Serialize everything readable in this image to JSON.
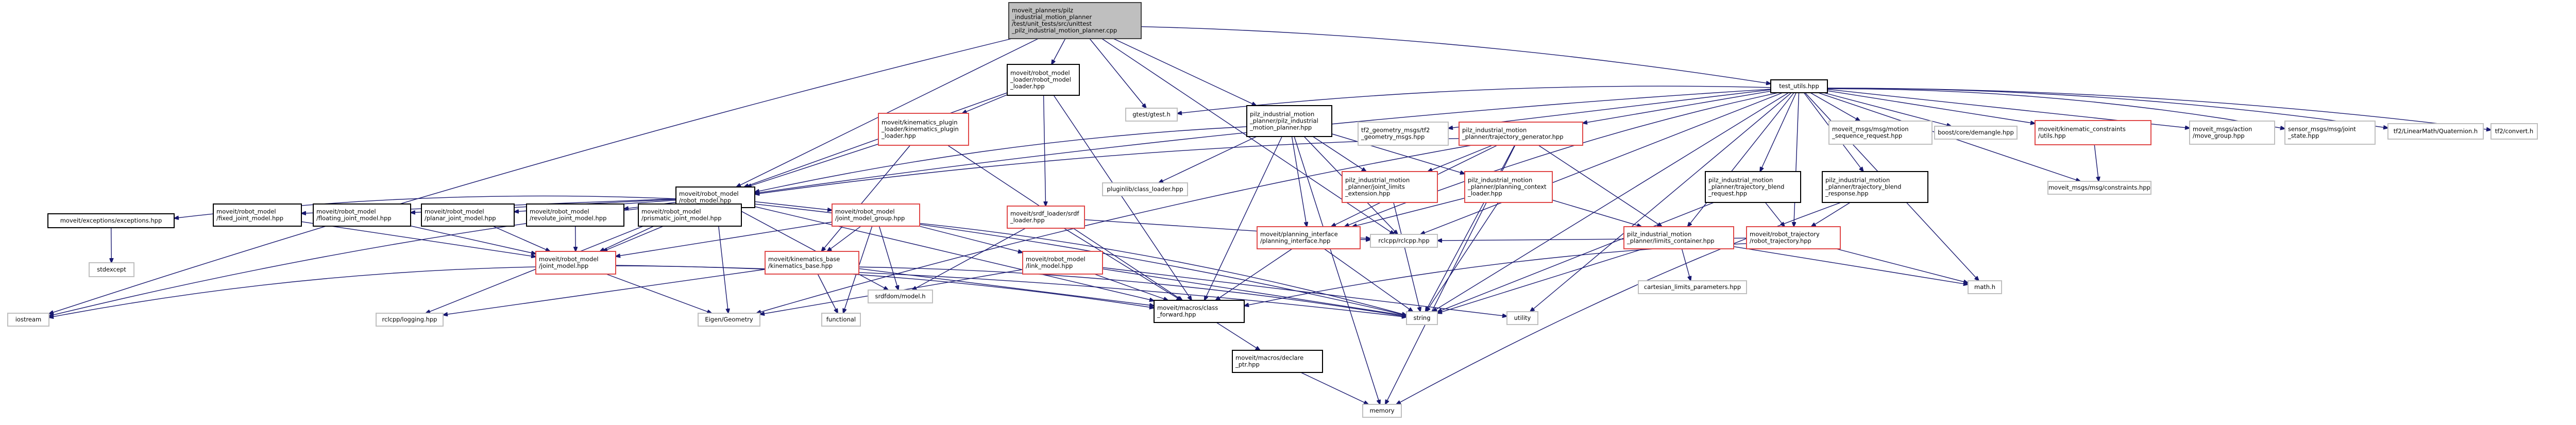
{
  "graph": {
    "title": "Include dependency graph for unittest_pilz_industrial_motion_planner.cpp",
    "edge_color": "#191970",
    "style_colors": {
      "root_fill": "#bfbfbf",
      "documented_border": "#000000",
      "red_border": "#e04848",
      "external_border": "#bfbfbf"
    },
    "nodes": [
      {
        "id": "root",
        "style": "root",
        "lines": [
          "moveit_planners/pilz",
          "_industrial_motion_planner",
          "/test/unit_tests/src/unittest",
          "_pilz_industrial_motion_planner.cpp"
        ]
      },
      {
        "id": "rml",
        "style": "doc",
        "lines": [
          "moveit/robot_model",
          "_loader/robot_model",
          "_loader.hpp"
        ]
      },
      {
        "id": "kpl",
        "style": "red",
        "lines": [
          "moveit/kinematics_plugin",
          "_loader/kinematics_plugin",
          "_loader.hpp"
        ]
      },
      {
        "id": "rm",
        "style": "doc",
        "lines": [
          "moveit/robot_model",
          "/robot_model.hpp"
        ]
      },
      {
        "id": "exc",
        "style": "doc",
        "lines": [
          "moveit/exceptions/exceptions.hpp"
        ]
      },
      {
        "id": "stdexcept",
        "style": "ext",
        "lines": [
          "stdexcept"
        ]
      },
      {
        "id": "fixed",
        "style": "doc",
        "lines": [
          "moveit/robot_model",
          "/fixed_joint_model.hpp"
        ]
      },
      {
        "id": "floating",
        "style": "doc",
        "lines": [
          "moveit/robot_model",
          "/floating_joint_model.hpp"
        ]
      },
      {
        "id": "planar",
        "style": "doc",
        "lines": [
          "moveit/robot_model",
          "/planar_joint_model.hpp"
        ]
      },
      {
        "id": "revolute",
        "style": "doc",
        "lines": [
          "moveit/robot_model",
          "/revolute_joint_model.hpp"
        ]
      },
      {
        "id": "prismatic",
        "style": "doc",
        "lines": [
          "moveit/robot_model",
          "/prismatic_joint_model.hpp"
        ]
      },
      {
        "id": "jmg",
        "style": "red",
        "lines": [
          "moveit/robot_model",
          "/joint_model_group.hpp"
        ]
      },
      {
        "id": "jm",
        "style": "red",
        "lines": [
          "moveit/robot_model",
          "/joint_model.hpp"
        ]
      },
      {
        "id": "kb",
        "style": "red",
        "lines": [
          "moveit/kinematics_base",
          "/kinematics_base.hpp"
        ]
      },
      {
        "id": "lm",
        "style": "red",
        "lines": [
          "moveit/robot_model",
          "/link_model.hpp"
        ]
      },
      {
        "id": "srdf",
        "style": "red",
        "lines": [
          "moveit/srdf_loader/srdf",
          "_loader.hpp"
        ]
      },
      {
        "id": "srdfmodel",
        "style": "ext",
        "lines": [
          "srdfdom/model.h"
        ]
      },
      {
        "id": "iostream",
        "style": "ext",
        "lines": [
          "iostream"
        ]
      },
      {
        "id": "rclcpplog",
        "style": "ext",
        "lines": [
          "rclcpp/logging.hpp"
        ]
      },
      {
        "id": "eigen",
        "style": "ext",
        "lines": [
          "Eigen/Geometry"
        ]
      },
      {
        "id": "functional",
        "style": "ext",
        "lines": [
          "functional"
        ]
      },
      {
        "id": "classfwd",
        "style": "doc",
        "lines": [
          "moveit/macros/class",
          "_forward.hpp"
        ]
      },
      {
        "id": "declptr",
        "style": "doc",
        "lines": [
          "moveit/macros/declare",
          "_ptr.hpp"
        ]
      },
      {
        "id": "memory",
        "style": "ext",
        "lines": [
          "memory"
        ]
      },
      {
        "id": "string",
        "style": "ext",
        "lines": [
          "string"
        ]
      },
      {
        "id": "utility",
        "style": "ext",
        "lines": [
          "utility"
        ]
      },
      {
        "id": "gtest",
        "style": "ext",
        "lines": [
          "gtest/gtest.h"
        ]
      },
      {
        "id": "pimp",
        "style": "doc",
        "lines": [
          "pilz_industrial_motion",
          "_planner/pilz_industrial",
          "_motion_planner.hpp"
        ]
      },
      {
        "id": "classloader",
        "style": "ext",
        "lines": [
          "pluginlib/class_loader.hpp"
        ]
      },
      {
        "id": "rclcpp",
        "style": "ext",
        "lines": [
          "rclcpp/rclcpp.hpp"
        ]
      },
      {
        "id": "tf2gm",
        "style": "ext",
        "lines": [
          "tf2_geometry_msgs/tf2",
          "_geometry_msgs.hpp"
        ]
      },
      {
        "id": "tg",
        "style": "red",
        "lines": [
          "pilz_industrial_motion",
          "_planner/trajectory_generator.hpp"
        ]
      },
      {
        "id": "jle",
        "style": "red",
        "lines": [
          "pilz_industrial_motion",
          "_planner/joint_limits",
          "_extension.hpp"
        ]
      },
      {
        "id": "pcl",
        "style": "red",
        "lines": [
          "pilz_industrial_motion",
          "_planner/planning_context",
          "_loader.hpp"
        ]
      },
      {
        "id": "pi",
        "style": "red",
        "lines": [
          "moveit/planning_interface",
          "/planning_interface.hpp"
        ]
      },
      {
        "id": "lc",
        "style": "red",
        "lines": [
          "pilz_industrial_motion",
          "_planner/limits_container.hpp"
        ]
      },
      {
        "id": "ctp",
        "style": "ext",
        "lines": [
          "cartesian_limits_parameters.hpp"
        ]
      },
      {
        "id": "tbreq",
        "style": "doc",
        "lines": [
          "pilz_industrial_motion",
          "_planner/trajectory_blend",
          "_request.hpp"
        ]
      },
      {
        "id": "tbres",
        "style": "doc",
        "lines": [
          "pilz_industrial_motion",
          "_planner/trajectory_blend",
          "_response.hpp"
        ]
      },
      {
        "id": "rt",
        "style": "red",
        "lines": [
          "moveit/robot_trajectory",
          "/robot_trajectory.hpp"
        ]
      },
      {
        "id": "math",
        "style": "ext",
        "lines": [
          "math.h"
        ]
      },
      {
        "id": "tu",
        "style": "doc",
        "lines": [
          "test_utils.hpp"
        ]
      },
      {
        "id": "msr",
        "style": "ext",
        "lines": [
          "moveit_msgs/msg/motion",
          "_sequence_request.hpp"
        ]
      },
      {
        "id": "demangle",
        "style": "ext",
        "lines": [
          "boost/core/demangle.hpp"
        ]
      },
      {
        "id": "kcu",
        "style": "red",
        "lines": [
          "moveit/kinematic_constraints",
          "/utils.hpp"
        ]
      },
      {
        "id": "mg",
        "style": "ext",
        "lines": [
          "moveit_msgs/action",
          "/move_group.hpp"
        ]
      },
      {
        "id": "js",
        "style": "ext",
        "lines": [
          "sensor_msgs/msg/joint",
          "_state.hpp"
        ]
      },
      {
        "id": "quat",
        "style": "ext",
        "lines": [
          "tf2/LinearMath/Quaternion.h"
        ]
      },
      {
        "id": "convert",
        "style": "ext",
        "lines": [
          "tf2/convert.h"
        ]
      },
      {
        "id": "constraints",
        "style": "ext",
        "lines": [
          "moveit_msgs/msg/constraints.hpp"
        ]
      }
    ],
    "edges": [
      [
        "root",
        "rml"
      ],
      [
        "root",
        "rm"
      ],
      [
        "root",
        "iostream"
      ],
      [
        "root",
        "gtest"
      ],
      [
        "root",
        "pimp"
      ],
      [
        "root",
        "tu"
      ],
      [
        "root",
        "rclcpp"
      ],
      [
        "rml",
        "kpl"
      ],
      [
        "rml",
        "rm"
      ],
      [
        "rml",
        "srdf"
      ],
      [
        "rml",
        "classfwd"
      ],
      [
        "kpl",
        "rm"
      ],
      [
        "kpl",
        "kb"
      ],
      [
        "kpl",
        "classfwd"
      ],
      [
        "rm",
        "exc"
      ],
      [
        "rm",
        "fixed"
      ],
      [
        "rm",
        "floating"
      ],
      [
        "rm",
        "planar"
      ],
      [
        "rm",
        "revolute"
      ],
      [
        "rm",
        "prismatic"
      ],
      [
        "rm",
        "jmg"
      ],
      [
        "rm",
        "jm"
      ],
      [
        "rm",
        "iostream"
      ],
      [
        "rm",
        "rclcpplog"
      ],
      [
        "rm",
        "eigen"
      ],
      [
        "rm",
        "srdfmodel"
      ],
      [
        "rm",
        "classfwd"
      ],
      [
        "rm",
        "string"
      ],
      [
        "exc",
        "stdexcept"
      ],
      [
        "fixed",
        "jm"
      ],
      [
        "floating",
        "jm"
      ],
      [
        "planar",
        "jm"
      ],
      [
        "revolute",
        "jm"
      ],
      [
        "prismatic",
        "jm"
      ],
      [
        "jmg",
        "jm"
      ],
      [
        "jmg",
        "kb"
      ],
      [
        "jmg",
        "lm"
      ],
      [
        "jmg",
        "srdfmodel"
      ],
      [
        "jmg",
        "functional"
      ],
      [
        "jmg",
        "string"
      ],
      [
        "jm",
        "iostream"
      ],
      [
        "jm",
        "eigen"
      ],
      [
        "jm",
        "string"
      ],
      [
        "jm",
        "classfwd"
      ],
      [
        "kb",
        "rclcpplog"
      ],
      [
        "kb",
        "functional"
      ],
      [
        "kb",
        "string"
      ],
      [
        "kb",
        "classfwd"
      ],
      [
        "lm",
        "eigen"
      ],
      [
        "lm",
        "classfwd"
      ],
      [
        "lm",
        "string"
      ],
      [
        "lm",
        "utility"
      ],
      [
        "srdf",
        "srdfmodel"
      ],
      [
        "srdf",
        "rclcpp"
      ],
      [
        "srdf",
        "classfwd"
      ],
      [
        "classfwd",
        "declptr"
      ],
      [
        "declptr",
        "memory"
      ],
      [
        "pimp",
        "rm"
      ],
      [
        "pimp",
        "classloader"
      ],
      [
        "pimp",
        "rclcpp"
      ],
      [
        "pimp",
        "jle"
      ],
      [
        "pimp",
        "pcl"
      ],
      [
        "pimp",
        "pi"
      ],
      [
        "pimp",
        "classfwd"
      ],
      [
        "pimp",
        "memory"
      ],
      [
        "tg",
        "rm"
      ],
      [
        "tg",
        "jle"
      ],
      [
        "tg",
        "pi"
      ],
      [
        "tg",
        "lc"
      ],
      [
        "tg",
        "string"
      ],
      [
        "tg",
        "eigen"
      ],
      [
        "tg",
        "memory"
      ],
      [
        "jle",
        "string"
      ],
      [
        "pcl",
        "pi"
      ],
      [
        "pcl",
        "lc"
      ],
      [
        "pcl",
        "string"
      ],
      [
        "pi",
        "rclcpp"
      ],
      [
        "pi",
        "classfwd"
      ],
      [
        "pi",
        "string"
      ],
      [
        "lc",
        "ctp"
      ],
      [
        "lc",
        "math"
      ],
      [
        "lc",
        "string"
      ],
      [
        "tbreq",
        "rt"
      ],
      [
        "tbreq",
        "string"
      ],
      [
        "tbres",
        "rt"
      ],
      [
        "tbres",
        "memory"
      ],
      [
        "rt",
        "rclcpp"
      ],
      [
        "rt",
        "classfwd"
      ],
      [
        "rt",
        "math"
      ],
      [
        "tu",
        "gtest"
      ],
      [
        "tu",
        "tf2gm"
      ],
      [
        "tu",
        "tg"
      ],
      [
        "tu",
        "msr"
      ],
      [
        "tu",
        "demangle"
      ],
      [
        "tu",
        "kcu"
      ],
      [
        "tu",
        "mg"
      ],
      [
        "tu",
        "js"
      ],
      [
        "tu",
        "quat"
      ],
      [
        "tu",
        "convert"
      ],
      [
        "tu",
        "constraints"
      ],
      [
        "tu",
        "tbreq"
      ],
      [
        "tu",
        "tbres"
      ],
      [
        "tu",
        "rt"
      ],
      [
        "tu",
        "lc"
      ],
      [
        "tu",
        "math"
      ],
      [
        "tu",
        "string"
      ],
      [
        "tu",
        "utility"
      ],
      [
        "tu",
        "rm"
      ],
      [
        "tu",
        "pi"
      ],
      [
        "tu",
        "rclcpp"
      ],
      [
        "kcu",
        "constraints"
      ]
    ]
  }
}
